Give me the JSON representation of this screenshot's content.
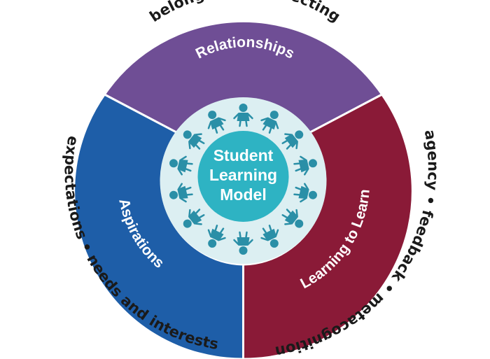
{
  "colors": {
    "relationships": "#6f4e95",
    "aspirations": "#1e5ea8",
    "learning": "#8a1a37",
    "inner_ring": "#dceff2",
    "center": "#2eb3c3",
    "figures": "#2a8fa7",
    "outline": "#ffffff"
  },
  "segments": {
    "relationships": {
      "label": "Relationships"
    },
    "aspirations": {
      "label": "Aspirations"
    },
    "learning": {
      "label": "Learning to Learn"
    }
  },
  "center": {
    "line1": "Student",
    "line2": "Learning",
    "line3": "Model"
  },
  "outer": {
    "top": "belonging • connecting",
    "right": "agency • feedback • metacognition",
    "left": "expectations • needs and interests"
  },
  "figures": {
    "icon": "child-figure-icon",
    "count": 14
  }
}
